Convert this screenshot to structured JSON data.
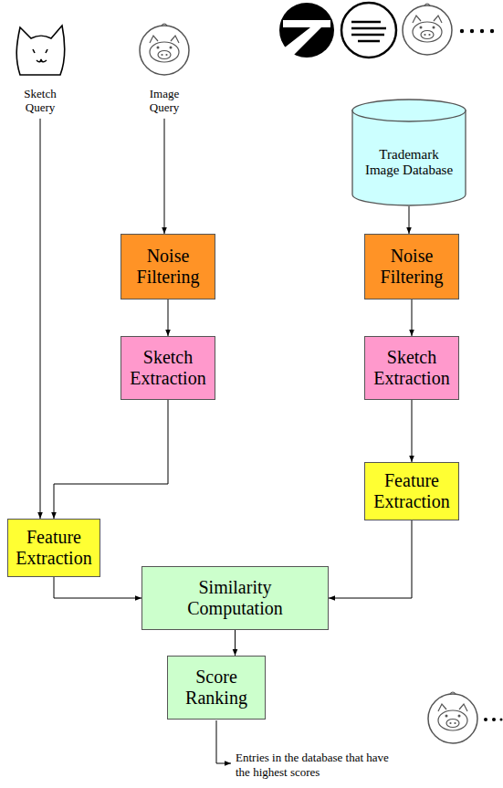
{
  "diagram": {
    "nodes": [
      {
        "text": [
          "Sketch Query"
        ]
      },
      {
        "text": [
          "Image Query"
        ]
      },
      {
        "text": [
          "Trademark Image Database"
        ]
      },
      {
        "text": [
          "Noise Filtering"
        ]
      },
      {
        "text": [
          "Noise Filtering"
        ]
      },
      {
        "text": [
          "Sketch Extraction"
        ]
      },
      {
        "text": [
          "Sketch Extraction"
        ]
      },
      {
        "text": [
          "Feature Extraction"
        ]
      },
      {
        "text": [
          "Feature Extraction"
        ]
      },
      {
        "text": [
          "Similarity Computation"
        ]
      },
      {
        "text": [
          "Score Ranking"
        ]
      }
    ],
    "edges": [
      {
        "from": 0,
        "to": 7,
        "arrow": "to"
      },
      {
        "from": 1,
        "to": 3,
        "arrow": "to"
      },
      {
        "from": 3,
        "to": 5,
        "arrow": "to"
      },
      {
        "from": 5,
        "to": 7,
        "arrow": "to"
      },
      {
        "from": 2,
        "to": 4,
        "arrow": "to"
      },
      {
        "from": 4,
        "to": 6,
        "arrow": "to"
      },
      {
        "from": 6,
        "to": 8,
        "arrow": "to"
      },
      {
        "from": 7,
        "to": 9,
        "arrow": "to"
      },
      {
        "from": 8,
        "to": 9,
        "arrow": "to"
      },
      {
        "from": 9,
        "to": 10,
        "arrow": "to"
      }
    ],
    "labels": [
      "Entries in the database that have the highest scores"
    ]
  }
}
